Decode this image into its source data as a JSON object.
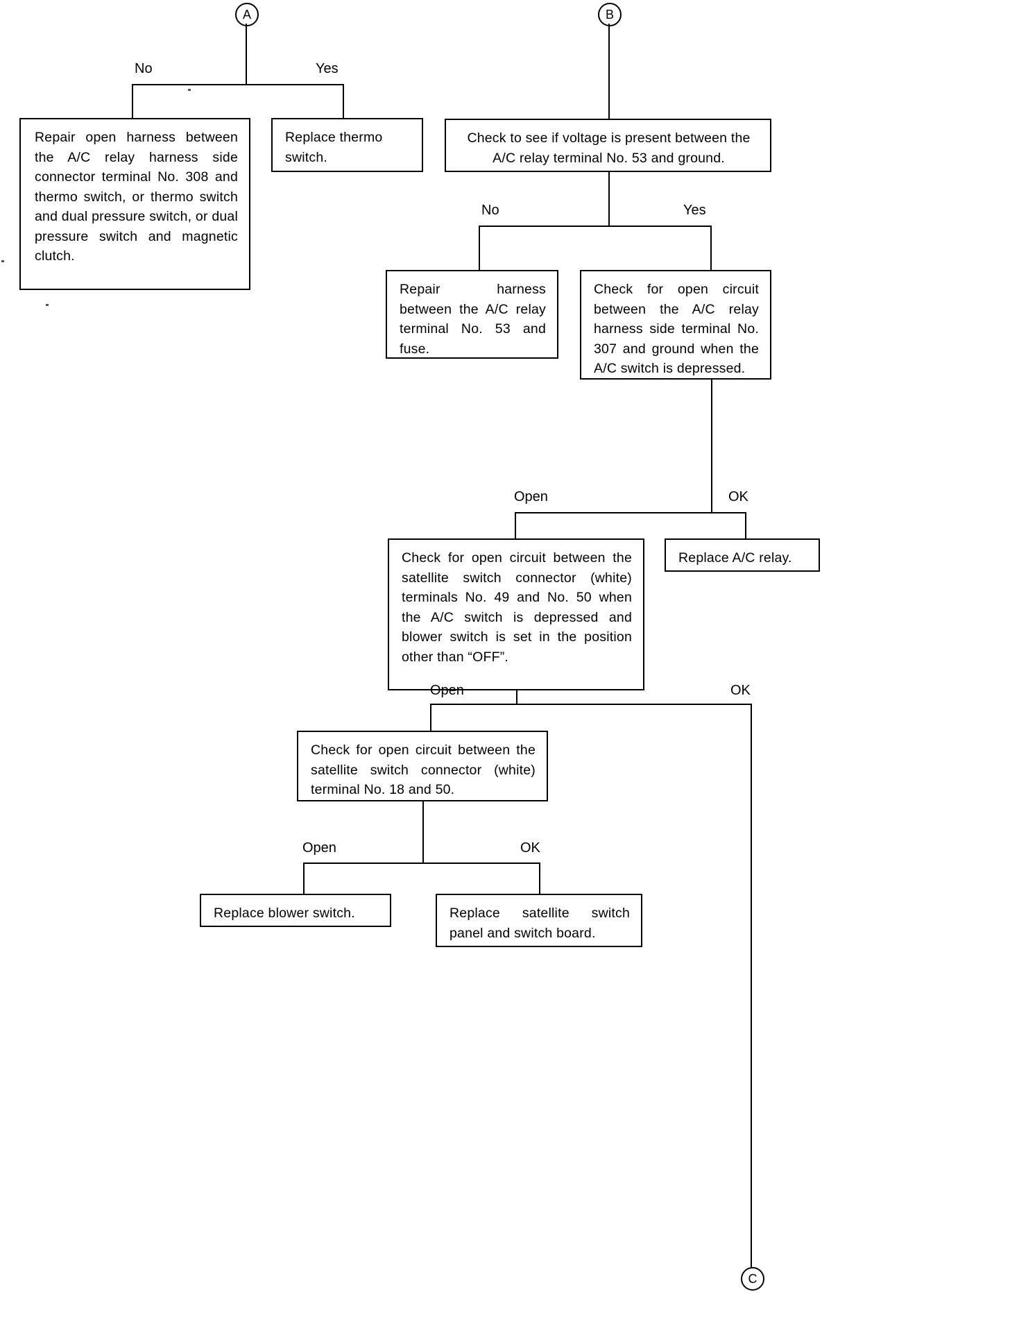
{
  "document": {
    "type": "troubleshooting-flowchart",
    "subject": "Air conditioner A/C relay diagnostic chart"
  },
  "connectors": [
    {
      "id": "A",
      "label": "A",
      "position": "top-left-branch"
    },
    {
      "id": "B",
      "label": "B",
      "position": "top-right-branch"
    },
    {
      "id": "C",
      "label": "C",
      "position": "bottom-exit"
    }
  ],
  "branch_labels": {
    "a_no": "No",
    "a_yes": "Yes",
    "voltage_no": "No",
    "voltage_yes": "Yes",
    "relay307_open": "Open",
    "relay307_ok": "OK",
    "sat4950_open": "Open",
    "sat4950_ok": "OK",
    "sat1850_open": "Open",
    "sat1850_ok": "OK"
  },
  "boxes": {
    "repair_open_harness": "Repair open harness between the A/C relay harness side connector terminal No. 308 and thermo switch, or thermo switch and dual pressure switch, or dual pressure switch and magnetic clutch.",
    "replace_thermo_switch": "Replace  thermo switch.",
    "check_voltage_53": "Check to see if voltage is present between the A/C relay terminal No. 53 and ground.",
    "repair_harness_53": "Repair harness between the A/C relay terminal No. 53 and fuse.",
    "check_open_307": "Check for open circuit between the A/C relay harness side terminal No. 307 and ground when the A/C switch is depressed.",
    "replace_ac_relay": "Replace A/C relay.",
    "check_open_49_50": "Check for open circuit between the satellite switch connector (white) terminals No. 49 and No. 50 when the A/C switch is depressed and blower switch is set in the position other than “OFF”.",
    "check_open_18_50": "Check for open circuit between the satellite switch connector (white) terminal No. 18 and 50.",
    "replace_blower_switch": "Replace blower switch.",
    "replace_satellite_switch": "Replace  satellite  switch panel and switch board."
  },
  "colors": {
    "ink": "#000000",
    "paper": "#ffffff"
  }
}
